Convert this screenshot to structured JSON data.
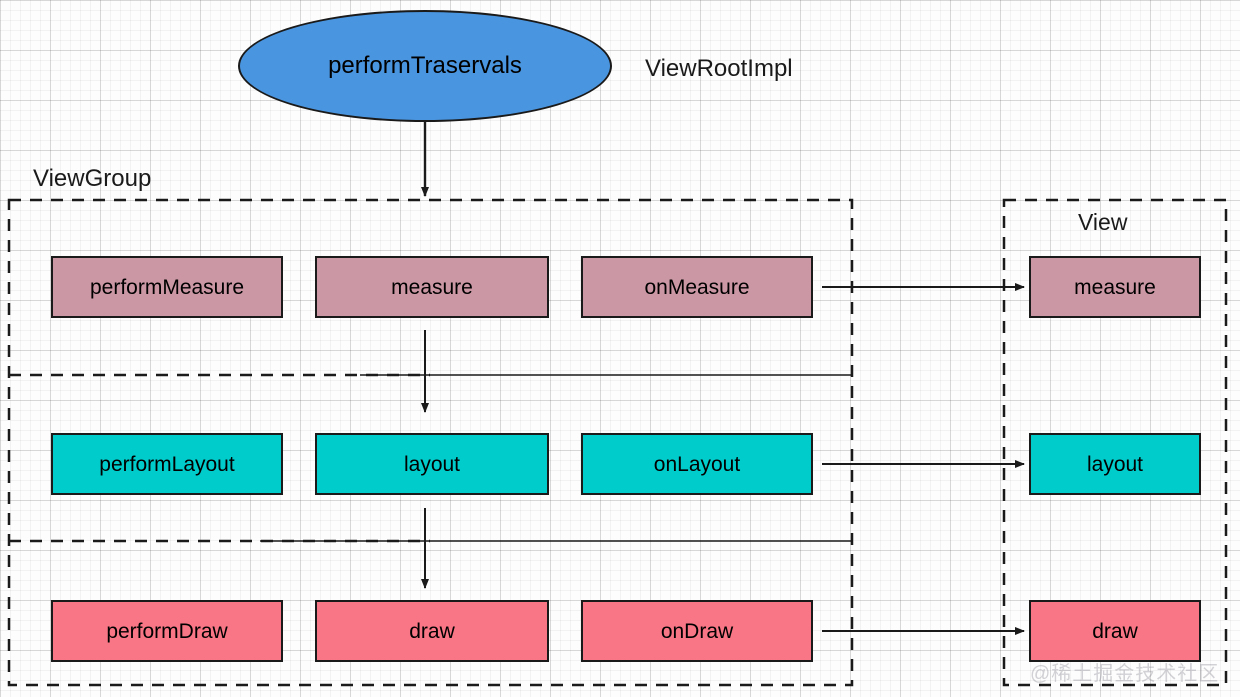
{
  "diagram": {
    "title_node": {
      "label": "performTraservals",
      "shape": "ellipse",
      "color": "#4a95df"
    },
    "labels": {
      "view_root_impl": "ViewRootImpl",
      "view_group": "ViewGroup",
      "view": "View"
    },
    "colors": {
      "measure_row": "#cb97a4",
      "layout_row": "#00cccc",
      "draw_row": "#f87685",
      "ellipse": "#4a95df",
      "stroke": "#1a1a1a"
    },
    "viewgroup_rows": [
      {
        "row": "measure",
        "boxes": [
          "performMeasure",
          "measure",
          "onMeasure"
        ]
      },
      {
        "row": "layout",
        "boxes": [
          "performLayout",
          "layout",
          "onLayout"
        ]
      },
      {
        "row": "draw",
        "boxes": [
          "performDraw",
          "draw",
          "onDraw"
        ]
      }
    ],
    "view_boxes": [
      {
        "row": "measure",
        "label": "measure"
      },
      {
        "row": "layout",
        "label": "layout"
      },
      {
        "row": "draw",
        "label": "draw"
      }
    ],
    "watermark": "@稀土掘金技术社区"
  }
}
